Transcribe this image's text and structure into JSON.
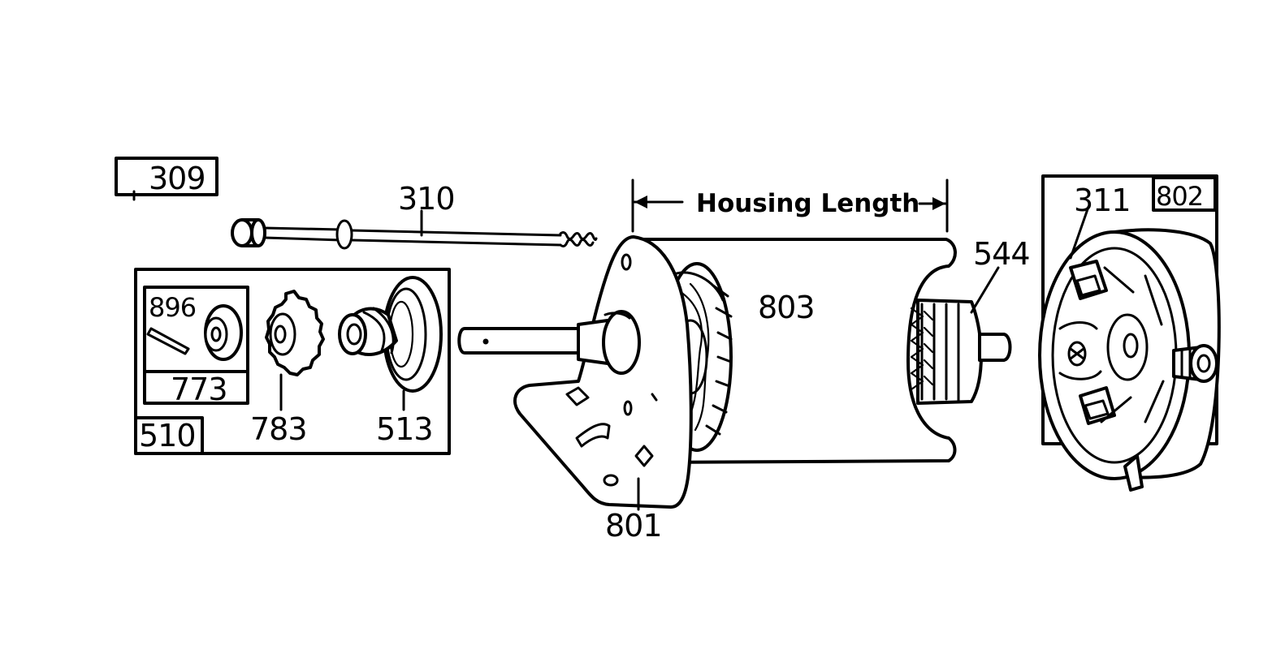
{
  "labels": {
    "p309": "309",
    "p310": "310",
    "p510": "510",
    "p896": "896",
    "p773": "773",
    "p783": "783",
    "p513": "513",
    "p801": "801",
    "p803": "803",
    "p544": "544",
    "p311": "311",
    "p802": "802"
  },
  "dimension": {
    "housing_length": "Housing Length"
  }
}
